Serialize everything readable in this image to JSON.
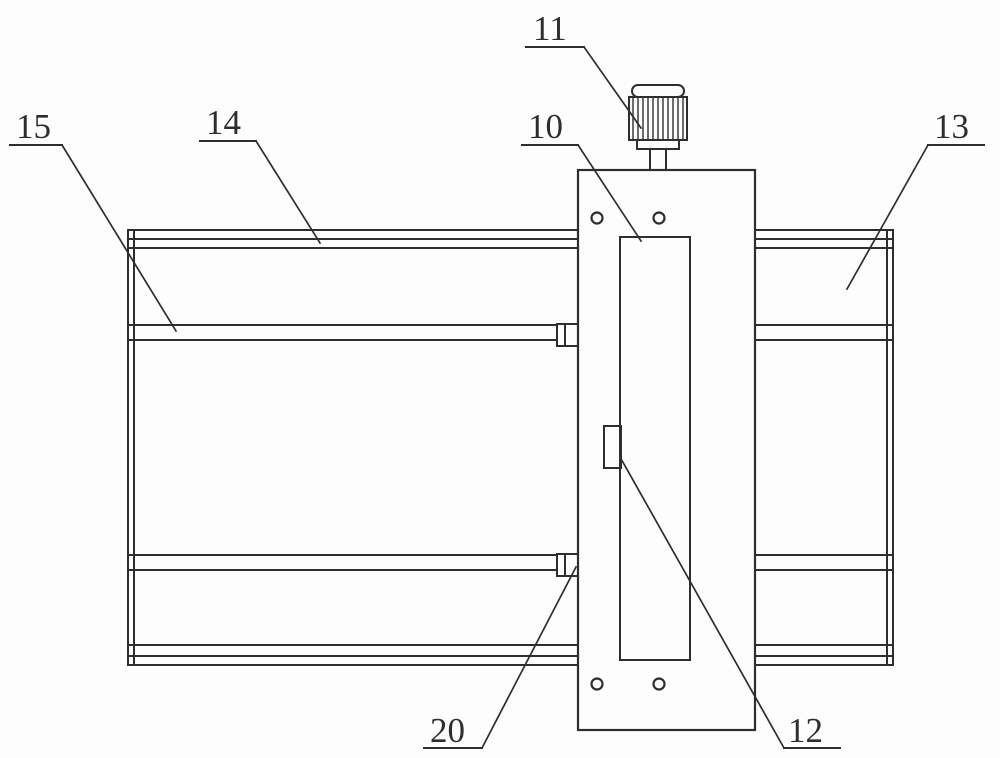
{
  "figure": {
    "background": "#fdfdfd",
    "line_color": "#2e2e2e",
    "labels": {
      "l10": "10",
      "l11": "11",
      "l12": "12",
      "l13": "13",
      "l14": "14",
      "l15": "15",
      "l20": "20"
    }
  }
}
